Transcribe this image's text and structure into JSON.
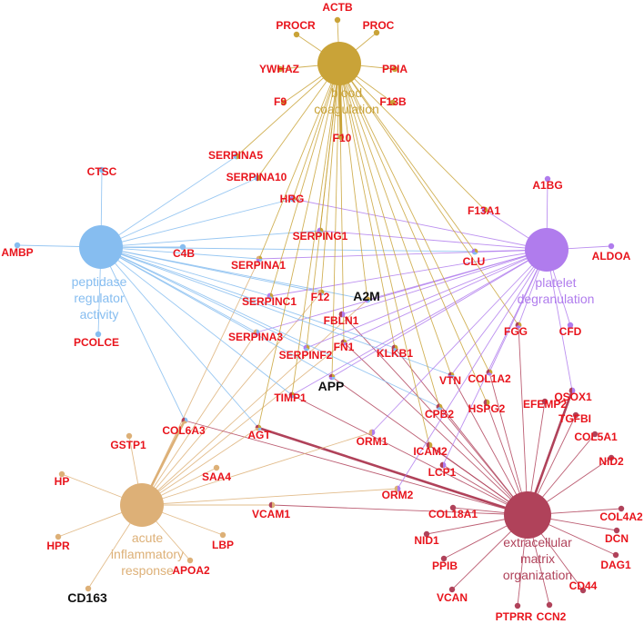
{
  "hubs": [
    {
      "id": "blood",
      "lines": [
        "blood",
        "coagulation"
      ],
      "color": "#c9a338"
    },
    {
      "id": "peptidase",
      "lines": [
        "peptidase",
        "regulator",
        "activity"
      ],
      "color": "#86bdf0"
    },
    {
      "id": "platelet",
      "lines": [
        "platelet",
        "degranulation"
      ],
      "color": "#b07ced"
    },
    {
      "id": "acute",
      "lines": [
        "acute",
        "inflammatory",
        "response"
      ],
      "color": "#ddb077"
    },
    {
      "id": "ecm",
      "lines": [
        "extracellular",
        "matrix",
        "organization"
      ],
      "color": "#b0425a"
    }
  ],
  "genes": [
    {
      "label": "ACTB",
      "hubs": [
        "blood"
      ]
    },
    {
      "label": "PROCR",
      "hubs": [
        "blood"
      ]
    },
    {
      "label": "PROC",
      "hubs": [
        "blood"
      ]
    },
    {
      "label": "YWHAZ",
      "hubs": [
        "blood"
      ]
    },
    {
      "label": "PPIA",
      "hubs": [
        "blood"
      ]
    },
    {
      "label": "F9",
      "hubs": [
        "blood"
      ]
    },
    {
      "label": "F13B",
      "hubs": [
        "blood"
      ]
    },
    {
      "label": "F10",
      "hubs": [
        "blood"
      ]
    },
    {
      "label": "SERPINA5",
      "hubs": [
        "blood",
        "peptidase"
      ]
    },
    {
      "label": "SERPINA10",
      "hubs": [
        "blood",
        "peptidase"
      ]
    },
    {
      "label": "CTSC",
      "hubs": [
        "peptidase"
      ]
    },
    {
      "label": "HRG",
      "hubs": [
        "blood",
        "peptidase",
        "platelet"
      ]
    },
    {
      "label": "F13A1",
      "hubs": [
        "blood",
        "platelet"
      ]
    },
    {
      "label": "A1BG",
      "hubs": [
        "platelet"
      ]
    },
    {
      "label": "AMBP",
      "hubs": [
        "peptidase"
      ]
    },
    {
      "label": "C4B",
      "hubs": [
        "peptidase"
      ]
    },
    {
      "label": "SERPING1",
      "hubs": [
        "blood",
        "peptidase",
        "platelet"
      ]
    },
    {
      "label": "CLU",
      "hubs": [
        "blood",
        "peptidase",
        "platelet"
      ]
    },
    {
      "label": "ALDOA",
      "hubs": [
        "platelet"
      ]
    },
    {
      "label": "SERPINA1",
      "hubs": [
        "blood",
        "peptidase",
        "platelet",
        "acute"
      ]
    },
    {
      "label": "F12",
      "hubs": [
        "blood",
        "peptidase",
        "acute"
      ]
    },
    {
      "label": "A2M",
      "hubs": [
        "blood",
        "peptidase",
        "platelet",
        "acute"
      ]
    },
    {
      "label": "SERPINC1",
      "hubs": [
        "blood",
        "peptidase",
        "platelet"
      ]
    },
    {
      "label": "FBLN1",
      "hubs": [
        "platelet",
        "ecm"
      ]
    },
    {
      "label": "PCOLCE",
      "hubs": [
        "peptidase"
      ]
    },
    {
      "label": "SERPINA3",
      "hubs": [
        "peptidase",
        "platelet",
        "acute"
      ]
    },
    {
      "label": "FN1",
      "hubs": [
        "blood",
        "platelet",
        "acute",
        "ecm"
      ]
    },
    {
      "label": "KLKB1",
      "hubs": [
        "blood",
        "peptidase",
        "ecm"
      ]
    },
    {
      "label": "FGG",
      "hubs": [
        "blood",
        "platelet",
        "ecm"
      ]
    },
    {
      "label": "CFD",
      "hubs": [
        "platelet"
      ]
    },
    {
      "label": "SERPINF2",
      "hubs": [
        "blood",
        "peptidase",
        "platelet"
      ]
    },
    {
      "label": "APP",
      "hubs": [
        "blood",
        "peptidase",
        "platelet",
        "ecm"
      ]
    },
    {
      "label": "TIMP1",
      "hubs": [
        "blood",
        "peptidase",
        "platelet",
        "ecm"
      ]
    },
    {
      "label": "VTN",
      "hubs": [
        "blood",
        "peptidase",
        "platelet",
        "ecm"
      ]
    },
    {
      "label": "COL1A2",
      "hubs": [
        "blood",
        "platelet",
        "ecm"
      ]
    },
    {
      "label": "QSOX1",
      "hubs": [
        "platelet",
        "ecm"
      ]
    },
    {
      "label": "CPB2",
      "hubs": [
        "blood",
        "peptidase",
        "ecm"
      ]
    },
    {
      "label": "HSPG2",
      "hubs": [
        "blood",
        "ecm"
      ]
    },
    {
      "label": "EFEMP2",
      "hubs": [
        "ecm"
      ]
    },
    {
      "label": "COL6A3",
      "hubs": [
        "peptidase",
        "acute",
        "ecm"
      ]
    },
    {
      "label": "AGT",
      "hubs": [
        "blood",
        "peptidase",
        "acute",
        "ecm"
      ]
    },
    {
      "label": "ORM1",
      "hubs": [
        "platelet",
        "acute"
      ]
    },
    {
      "label": "ICAM2",
      "hubs": [
        "blood",
        "ecm"
      ]
    },
    {
      "label": "TGFBI",
      "hubs": [
        "ecm"
      ]
    },
    {
      "label": "GSTP1",
      "hubs": [
        "acute"
      ]
    },
    {
      "label": "COL5A1",
      "hubs": [
        "ecm"
      ]
    },
    {
      "label": "LCP1",
      "hubs": [
        "platelet",
        "ecm"
      ]
    },
    {
      "label": "SAA4",
      "hubs": [
        "acute"
      ]
    },
    {
      "label": "HP",
      "hubs": [
        "acute"
      ]
    },
    {
      "label": "NID2",
      "hubs": [
        "ecm"
      ]
    },
    {
      "label": "ORM2",
      "hubs": [
        "platelet",
        "acute"
      ]
    },
    {
      "label": "VCAM1",
      "hubs": [
        "acute",
        "ecm"
      ]
    },
    {
      "label": "COL18A1",
      "hubs": [
        "ecm"
      ]
    },
    {
      "label": "COL4A2",
      "hubs": [
        "ecm"
      ]
    },
    {
      "label": "NID1",
      "hubs": [
        "ecm"
      ]
    },
    {
      "label": "DCN",
      "hubs": [
        "ecm"
      ]
    },
    {
      "label": "HPR",
      "hubs": [
        "acute"
      ]
    },
    {
      "label": "LBP",
      "hubs": [
        "acute"
      ]
    },
    {
      "label": "PPIB",
      "hubs": [
        "ecm"
      ]
    },
    {
      "label": "DAG1",
      "hubs": [
        "ecm"
      ]
    },
    {
      "label": "APOA2",
      "hubs": [
        "acute"
      ]
    },
    {
      "label": "VCAN",
      "hubs": [
        "ecm"
      ]
    },
    {
      "label": "CD44",
      "hubs": [
        "ecm"
      ]
    },
    {
      "label": "CD163",
      "hubs": [
        "acute"
      ]
    },
    {
      "label": "PTPRR",
      "hubs": [
        "ecm"
      ]
    },
    {
      "label": "CCN2",
      "hubs": [
        "ecm"
      ]
    }
  ],
  "black_labels": [
    "A2M",
    "APP",
    "CD163"
  ]
}
